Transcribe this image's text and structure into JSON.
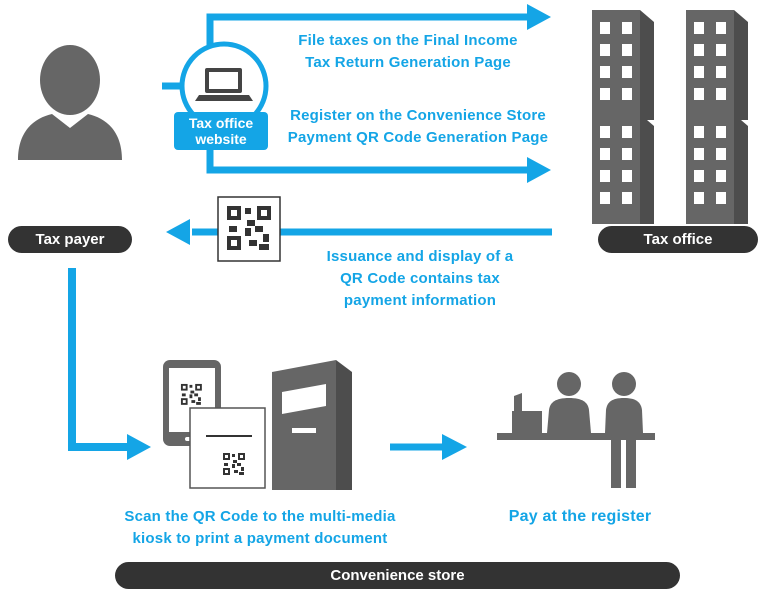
{
  "actors": {
    "taxpayer_label": "Tax payer",
    "taxoffice_label": "Tax office",
    "store_label": "Convenience store"
  },
  "website_badge": {
    "line1": "Tax office",
    "line2": "website"
  },
  "steps": {
    "file_line1": "File taxes on the Final Income",
    "file_line2": "Tax Return Generation Page",
    "register_line1": "Register on the Convenience Store",
    "register_line2": "Payment QR Code Generation Page",
    "issue_line1": "Issuance and display of a",
    "issue_line2": "QR Code contains tax",
    "issue_line3": "payment information",
    "scan_line1": "Scan the QR Code to the multi-media",
    "scan_line2": "kiosk to print a payment document",
    "pay_line1": "Pay at the register"
  },
  "colors": {
    "accent": "#14a5e6",
    "icon_gray": "#666666",
    "pill_dark": "#333333"
  },
  "icons": [
    "person-icon",
    "laptop-icon",
    "building-icon",
    "qr-code-icon",
    "smartphone-icon",
    "document-icon",
    "kiosk-icon",
    "cashier-icon"
  ]
}
